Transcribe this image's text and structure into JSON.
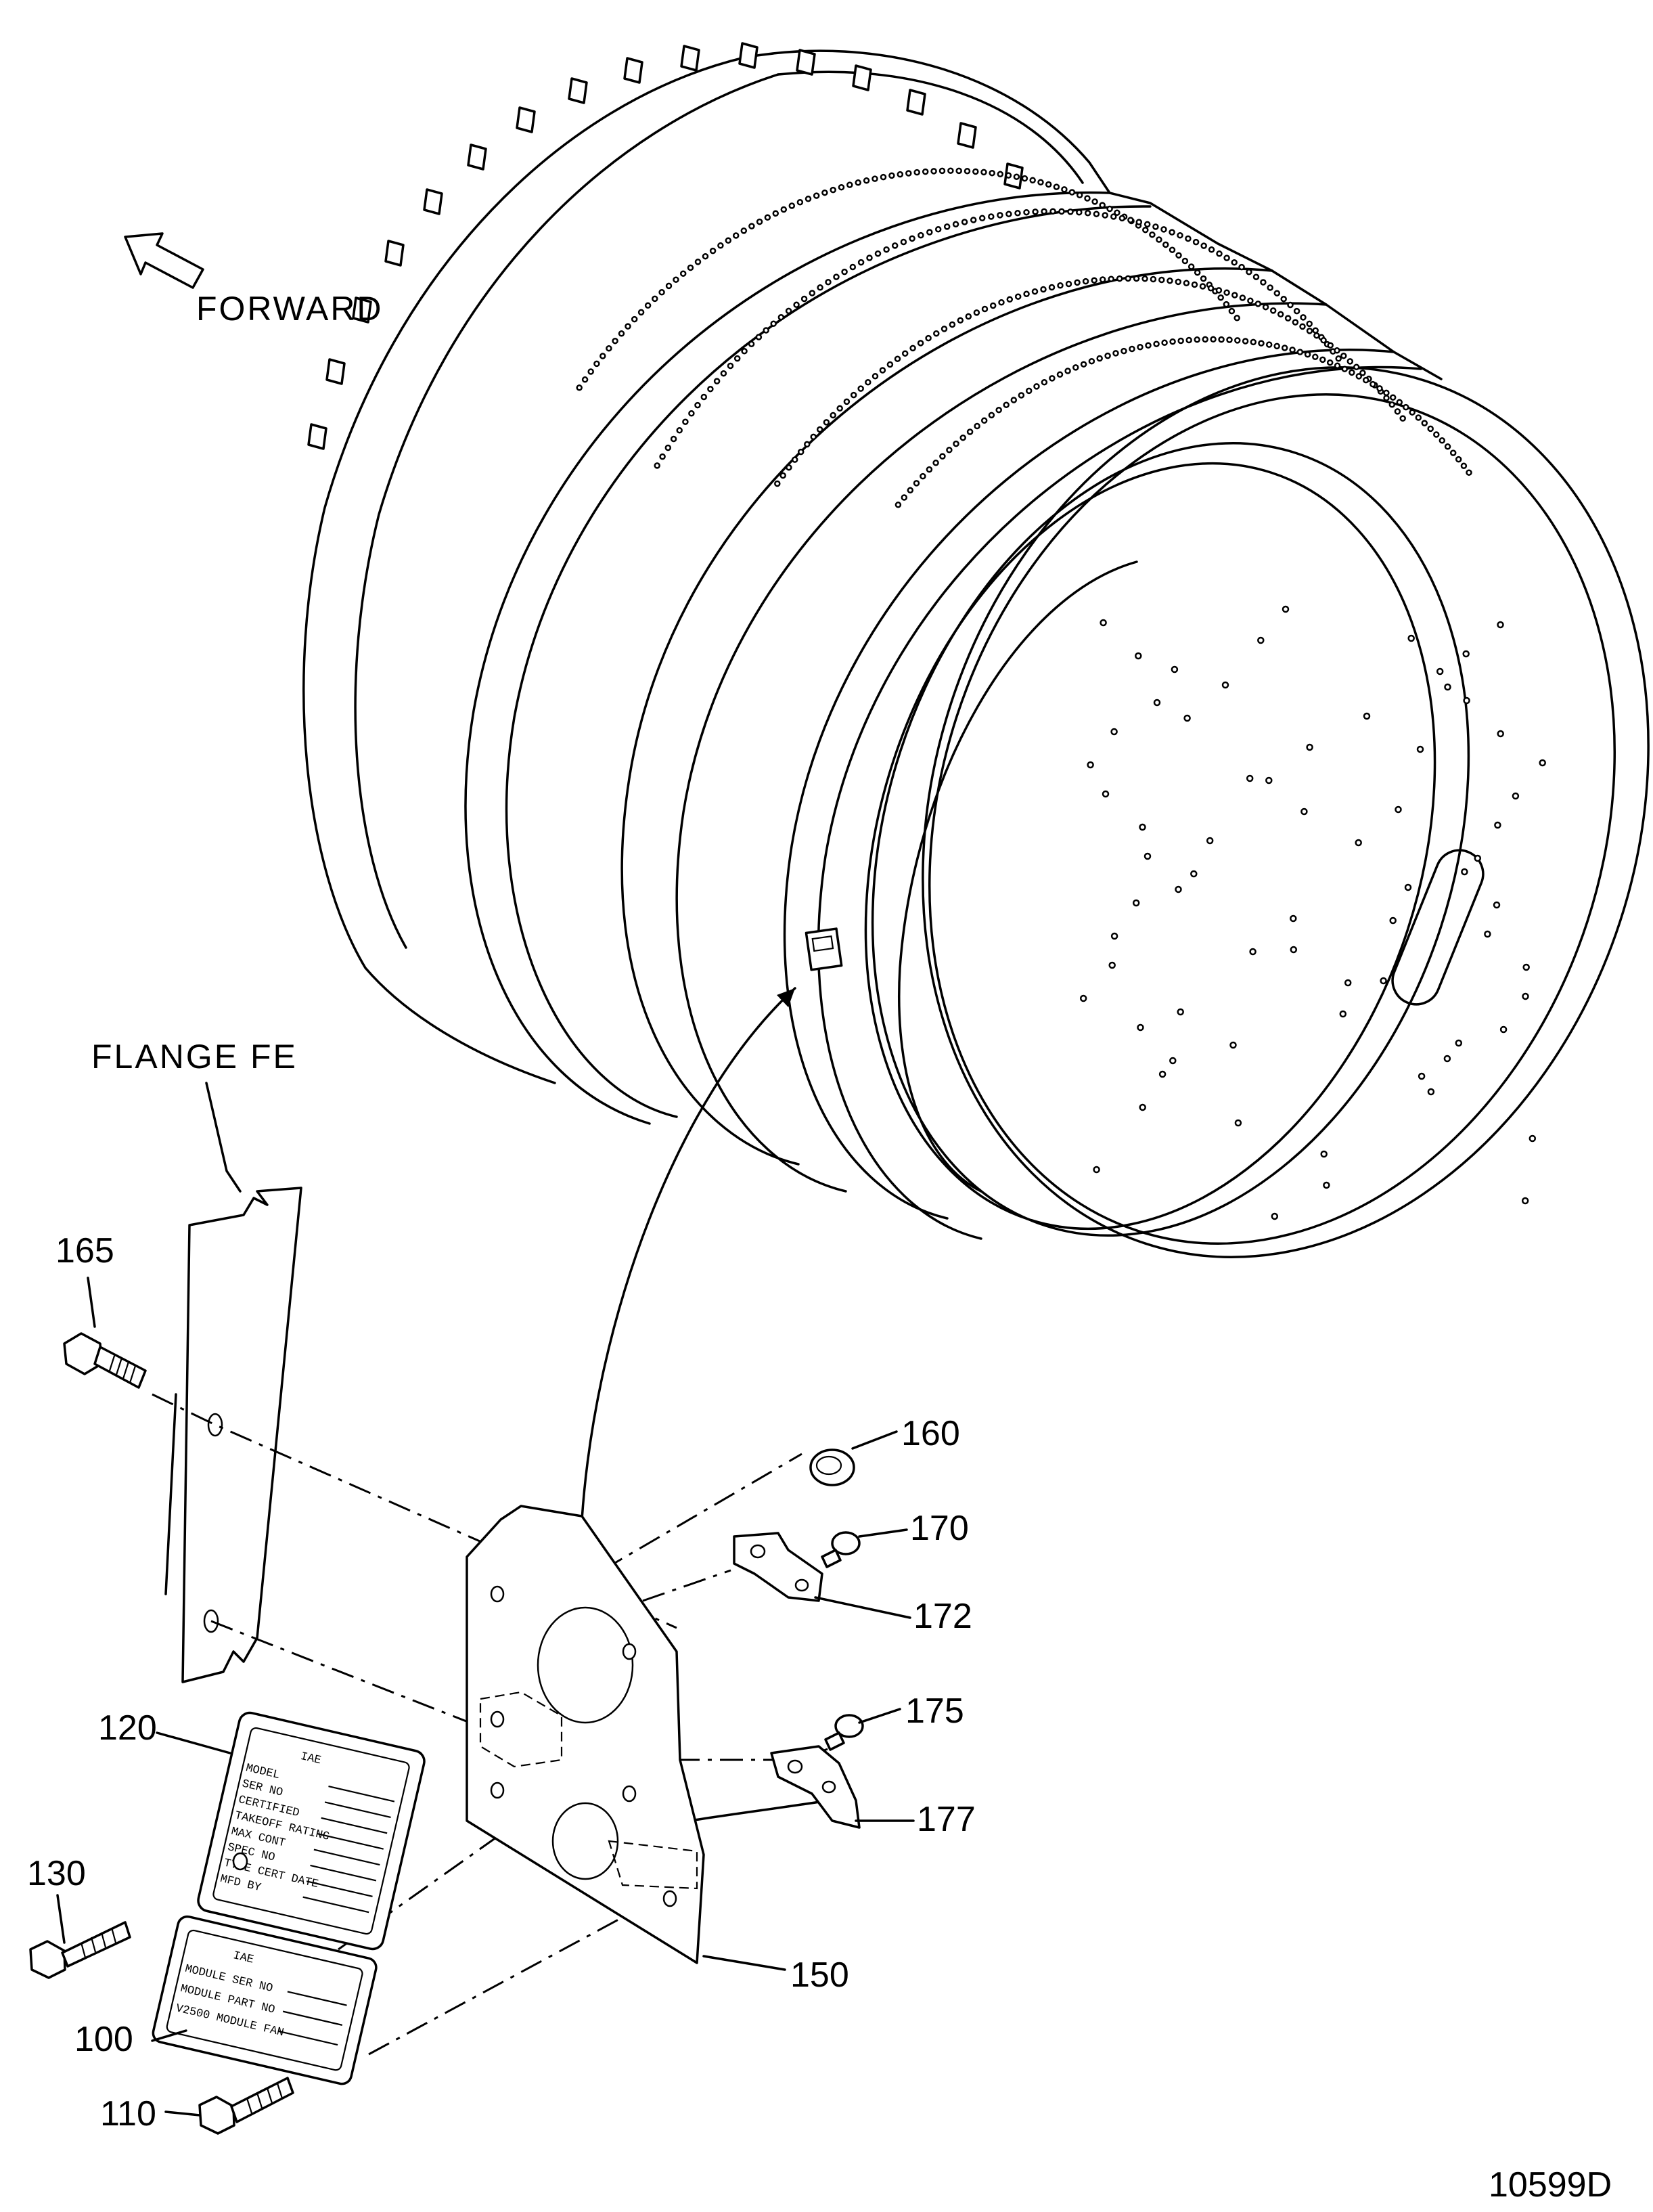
{
  "direction_label": "FORWARD",
  "flange_label": "FLANGE FE",
  "figure_number": "10599D",
  "callouts": [
    {
      "id": "165",
      "text": "165"
    },
    {
      "id": "160",
      "text": "160"
    },
    {
      "id": "170",
      "text": "170"
    },
    {
      "id": "172",
      "text": "172"
    },
    {
      "id": "175",
      "text": "175"
    },
    {
      "id": "177",
      "text": "177"
    },
    {
      "id": "120",
      "text": "120"
    },
    {
      "id": "130",
      "text": "130"
    },
    {
      "id": "150",
      "text": "150"
    },
    {
      "id": "100",
      "text": "100"
    },
    {
      "id": "110",
      "text": "110"
    }
  ],
  "data_plate": {
    "logo": "IAE",
    "lines": [
      "MODEL",
      "SER NO",
      "CERTIFIED",
      "TAKEOFF RATING",
      "MAX CONT",
      "SPEC NO",
      "TYPE CERT DATE",
      "MFD BY"
    ]
  },
  "module_plate": {
    "logo": "IAE",
    "lines": [
      "MODULE SER NO",
      "MODULE PART NO",
      "V2500 MODULE FAN"
    ]
  }
}
